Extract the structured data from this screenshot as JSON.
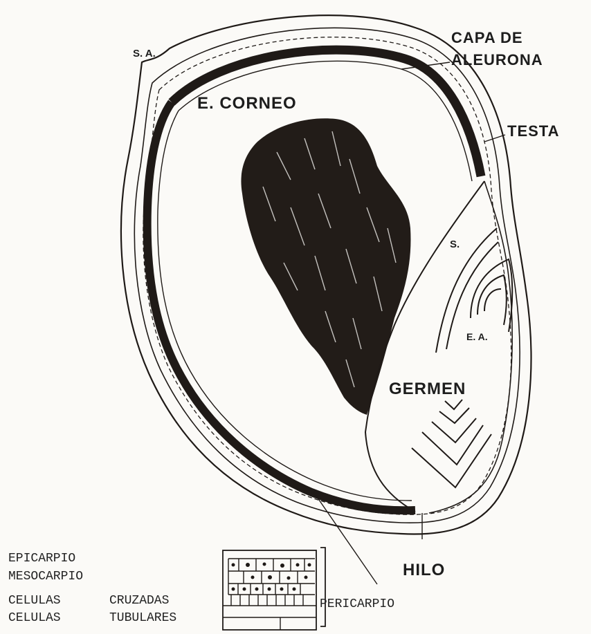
{
  "diagram": {
    "labels": {
      "sa": "S. A.",
      "aleurone_line1": "CAPA DE",
      "aleurone_line2": "ALEURONA",
      "corneous": "E. CORNEO",
      "testa": "TESTA",
      "scutellum": "S.",
      "embryonic_axis": "E. A.",
      "germ": "GERMEN",
      "hilum": "HILO"
    },
    "legend": {
      "epicarp": "EPICARPIO",
      "mesocarp": "MESOCARPIO",
      "cells1_a": "CELULAS",
      "cells1_b": "CRUZADAS",
      "cells2_a": "CELULAS",
      "cells2_b": "TUBULARES",
      "pericarp": "PERICARPIO"
    },
    "colors": {
      "ink": "#1f1a17",
      "paper": "#fbfaf7"
    }
  }
}
